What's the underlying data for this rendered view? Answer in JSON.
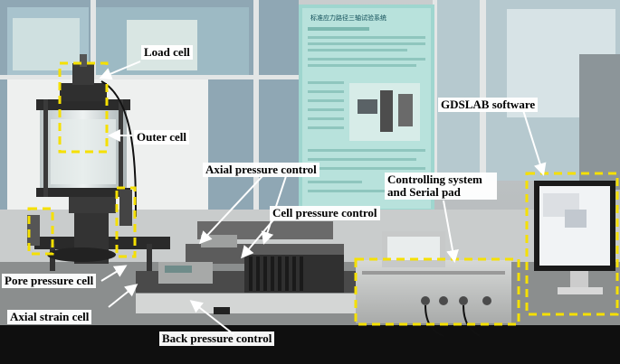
{
  "image": {
    "labels": {
      "load_cell": "Load cell",
      "outer_cell": "Outer cell",
      "axial_pressure_control": "Axial pressure control",
      "cell_pressure_control": "Cell pressure control",
      "pore_pressure_cell": "Pore pressure cell",
      "axial_strain_cell": "Axial strain cell",
      "back_pressure_control": "Back pressure control",
      "controlling_system": "Controlling system and Serial pad",
      "gdslab_software": "GDSLAB software"
    },
    "poster_title": "标准应力路径三轴试验系统",
    "colors": {
      "highlight": "#f5e000",
      "arrow": "#ffffff",
      "bench": "#0f0f0f",
      "poster": "#9fd6cf"
    }
  }
}
